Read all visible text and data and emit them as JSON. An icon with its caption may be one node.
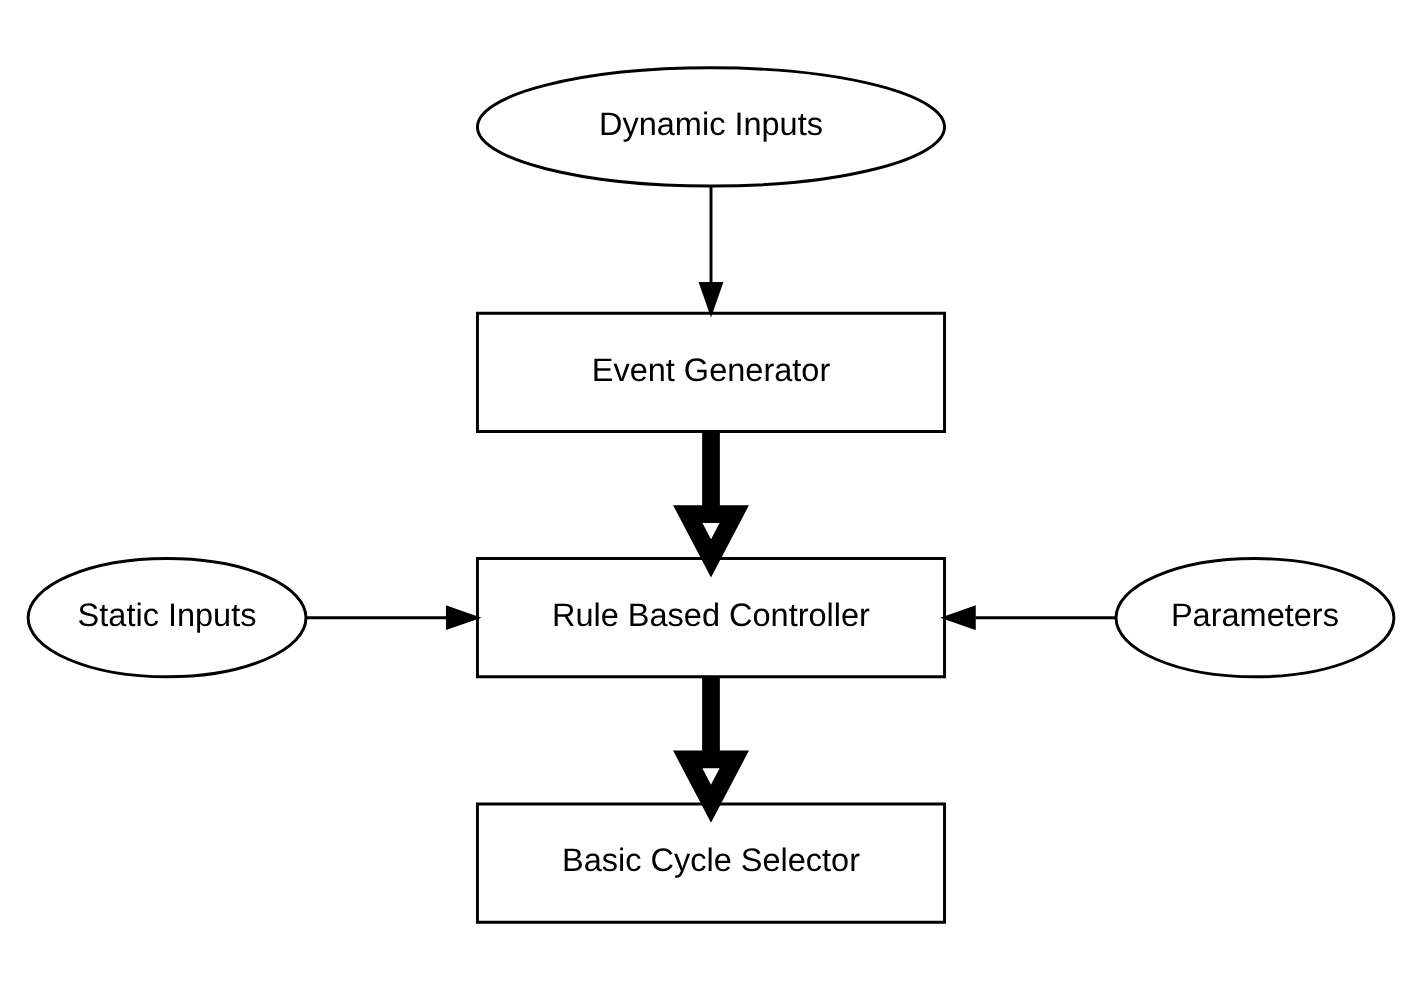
{
  "diagram": {
    "nodes": [
      {
        "text": [
          "Dynamic Inputs"
        ]
      },
      {
        "text": [
          "Event Generator"
        ]
      },
      {
        "text": [
          "Static Inputs"
        ]
      },
      {
        "text": [
          "Rule Based Controller"
        ]
      },
      {
        "text": [
          "Parameters"
        ]
      },
      {
        "text": [
          "Basic Cycle Selector"
        ]
      }
    ],
    "edges": [
      {
        "from": 0,
        "to": 1,
        "arrow": "to"
      },
      {
        "from": 1,
        "to": 3,
        "arrow": "to",
        "style": "thick"
      },
      {
        "from": 2,
        "to": 3,
        "arrow": "to"
      },
      {
        "from": 4,
        "to": 3,
        "arrow": "to"
      },
      {
        "from": 3,
        "to": 5,
        "arrow": "to",
        "style": "thick"
      }
    ]
  }
}
